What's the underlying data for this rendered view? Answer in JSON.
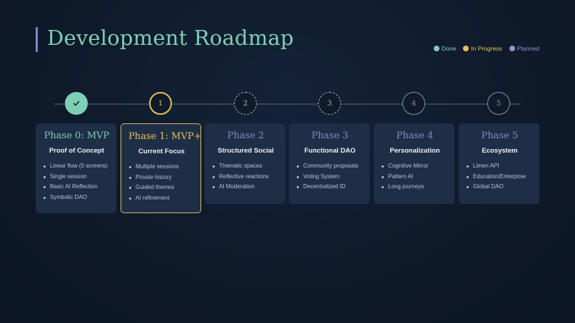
{
  "header": {
    "title": "Development Roadmap"
  },
  "legend": [
    {
      "label": "Done",
      "color": "#7ecfb4"
    },
    {
      "label": "In Progress",
      "color": "#e8c35a"
    },
    {
      "label": "Planned",
      "color": "#9a90d6"
    }
  ],
  "timeline": [
    {
      "status": "done",
      "marker": "✓"
    },
    {
      "status": "in-progress",
      "marker": "1"
    },
    {
      "status": "planned",
      "marker": "2"
    },
    {
      "status": "planned",
      "marker": "3"
    },
    {
      "status": "planned",
      "marker": "4"
    },
    {
      "status": "planned",
      "marker": "5"
    }
  ],
  "phases": [
    {
      "title": "Phase 0: MVP",
      "subtitle": "Proof of Concept",
      "color": "#7ecfb4",
      "items": [
        "Linear flow (5 screens)",
        "Single session",
        "Basic AI Reflection",
        "Symbolic DAO"
      ]
    },
    {
      "title": "Phase 1: MVP+",
      "subtitle": "Current Focus",
      "color": "#e8c35a",
      "items": [
        "Multiple sessions",
        "Private history",
        "Guided themes",
        "AI refinement"
      ]
    },
    {
      "title": "Phase 2",
      "subtitle": "Structured Social",
      "color": "#8d87c4",
      "items": [
        "Thematic spaces",
        "Reflective reactions",
        "AI Moderation"
      ]
    },
    {
      "title": "Phase 3",
      "subtitle": "Functional DAO",
      "color": "#8d87c4",
      "items": [
        "Community proposals",
        "Voting System",
        "Decentralized ID"
      ]
    },
    {
      "title": "Phase 4",
      "subtitle": "Personalization",
      "color": "#8d87c4",
      "items": [
        "Cognitive Mirror",
        "Pattern AI",
        "Long journeys"
      ]
    },
    {
      "title": "Phase 5",
      "subtitle": "Ecosystem",
      "color": "#8d87c4",
      "items": [
        "Limen API",
        "Education/Enterprise",
        "Global DAO"
      ]
    }
  ]
}
